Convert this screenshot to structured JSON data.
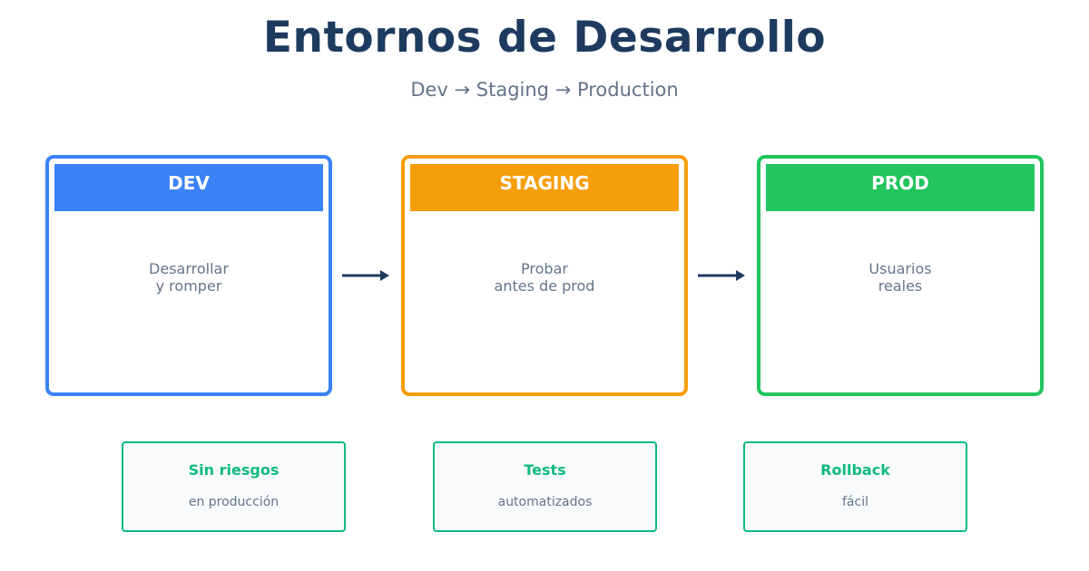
{
  "header": {
    "title": "Entornos de Desarrollo",
    "subtitle": "Dev → Staging → Production"
  },
  "colors": {
    "title": "#1e3a5f",
    "dev": "#3b82f6",
    "staging": "#f59e0b",
    "prod": "#22c55e",
    "benefit": "#10b981",
    "muted_text": "#64748b",
    "arrow": "#1e3a5f"
  },
  "environments": [
    {
      "label": "DEV",
      "desc_line1": "Desarrollar",
      "desc_line2": "y romper"
    },
    {
      "label": "STAGING",
      "desc_line1": "Probar",
      "desc_line2": "antes de prod"
    },
    {
      "label": "PROD",
      "desc_line1": "Usuarios",
      "desc_line2": "reales"
    }
  ],
  "benefits": [
    {
      "title": "Sin riesgos",
      "subtitle": "en producción"
    },
    {
      "title": "Tests",
      "subtitle": "automatizados"
    },
    {
      "title": "Rollback",
      "subtitle": "fácil"
    }
  ]
}
